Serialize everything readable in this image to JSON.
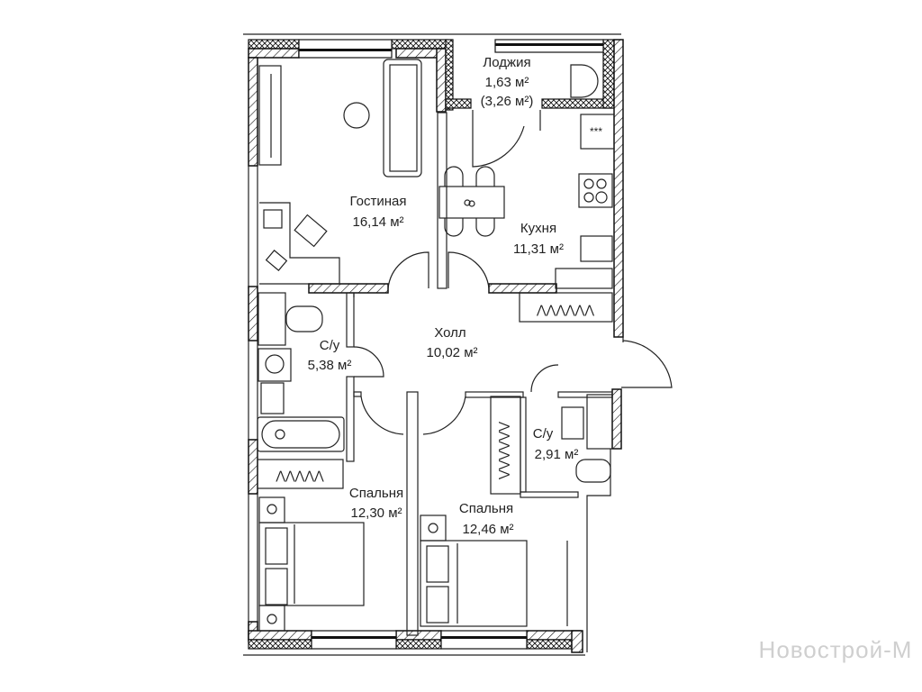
{
  "plan": {
    "rooms": [
      {
        "id": "loggia",
        "name": "Лоджия",
        "area": "1,63 м²",
        "area_extra": "(3,26 м²)"
      },
      {
        "id": "living",
        "name": "Гостиная",
        "area": "16,14 м²"
      },
      {
        "id": "kitchen",
        "name": "Кухня",
        "area": "11,31 м²"
      },
      {
        "id": "hall",
        "name": "Холл",
        "area": "10,02 м²"
      },
      {
        "id": "bath1",
        "name": "С/у",
        "area": "5,38 м²"
      },
      {
        "id": "bath2",
        "name": "С/у",
        "area": "2,91 м²"
      },
      {
        "id": "bedroom1",
        "name": "Спальня",
        "area": "12,30 м²"
      },
      {
        "id": "bedroom2",
        "name": "Спальня",
        "area": "12,46 м²"
      }
    ]
  },
  "watermark": "Новострой-М",
  "colors": {
    "wall": "#111111",
    "watermark": "#cfcfcf"
  }
}
